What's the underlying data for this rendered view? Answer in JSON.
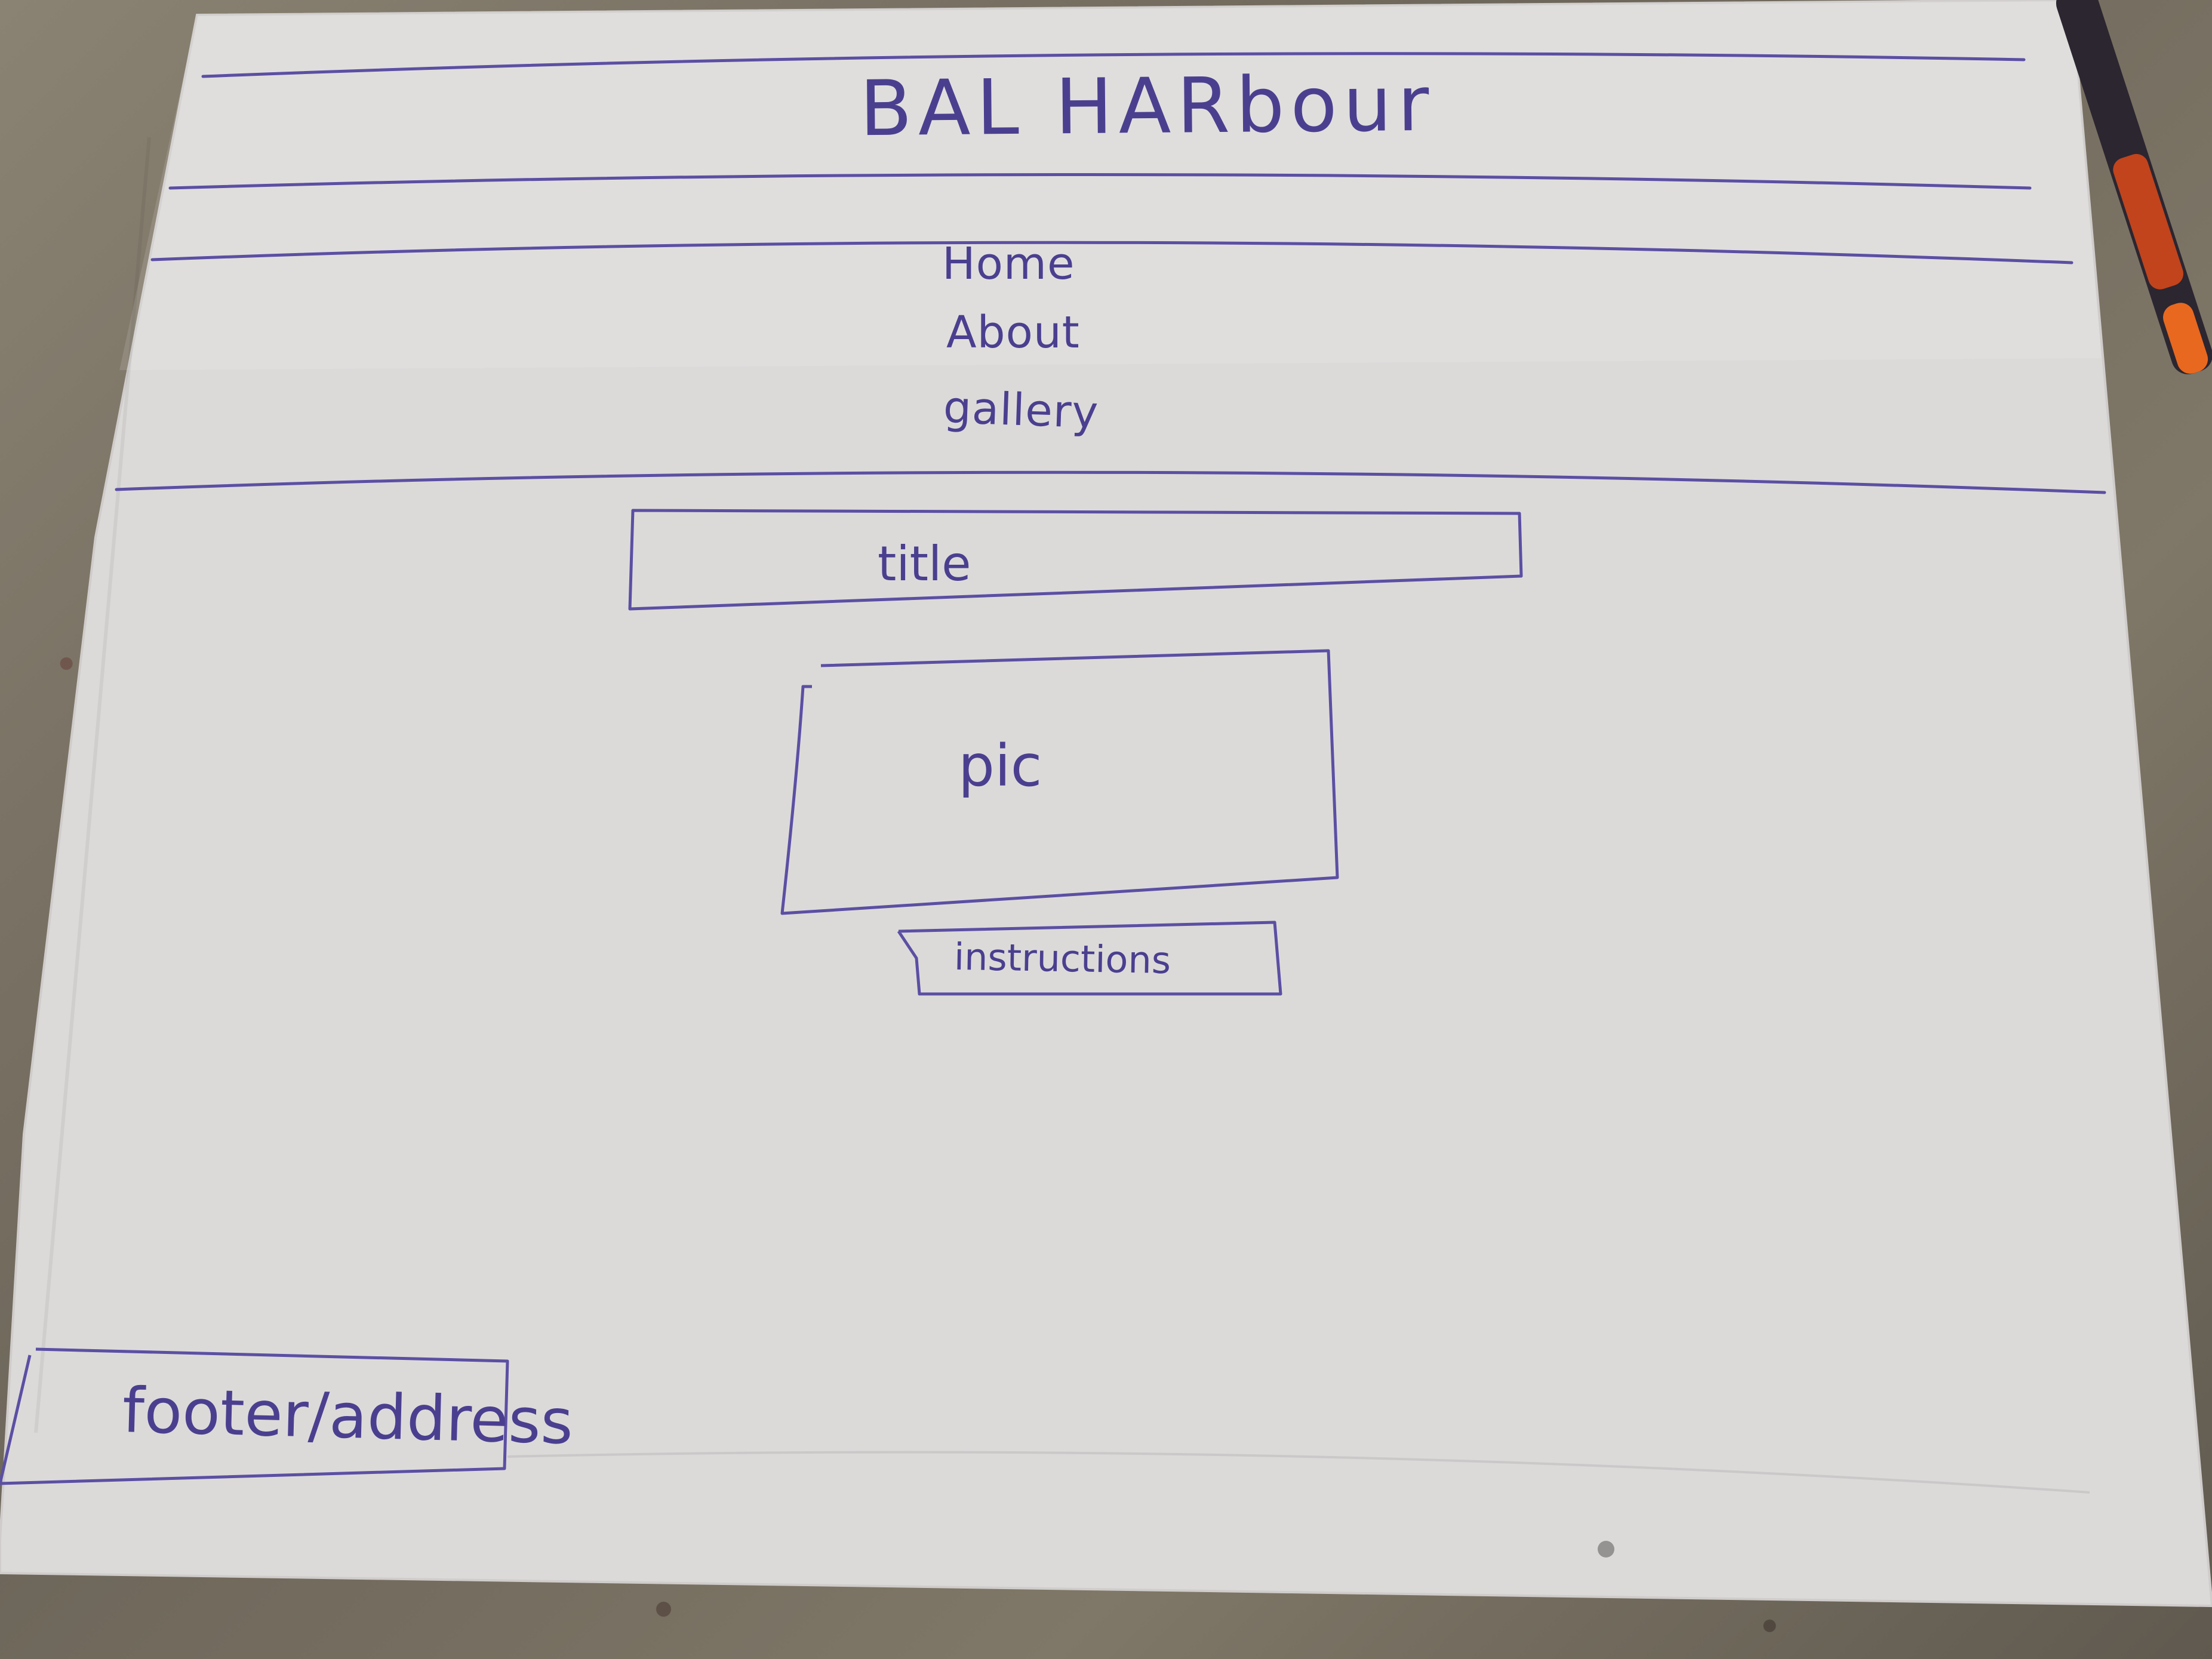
{
  "wireframe": {
    "header": {
      "site_title": "BAL HARbour"
    },
    "nav": {
      "items": [
        {
          "label": "Home"
        },
        {
          "label": "About"
        },
        {
          "label": "gallery"
        }
      ]
    },
    "main": {
      "title_box": "title",
      "picture_box": "pic",
      "instructions_box": "instructions"
    },
    "footer": {
      "label": "footer/address"
    }
  },
  "colors": {
    "ink": "#4a3f8f",
    "paper": "#dedcdc",
    "surface": "#6e675c"
  }
}
